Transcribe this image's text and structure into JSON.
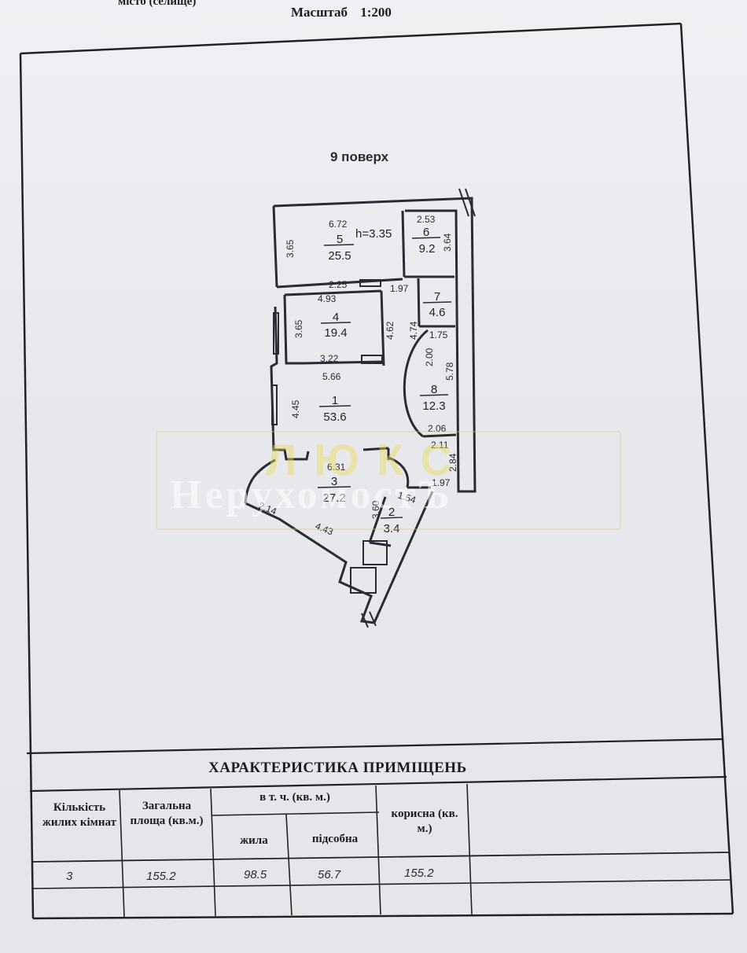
{
  "header": {
    "top_cut_text": "місто (селище)",
    "scale_label": "Масштаб",
    "scale_value": "1:200"
  },
  "plan": {
    "floor_label": "9 поверх",
    "ceiling_height": "h=3.35",
    "rooms": [
      {
        "number": "5",
        "area": "25.5"
      },
      {
        "number": "6",
        "area": "9.2"
      },
      {
        "number": "7",
        "area": "4.6"
      },
      {
        "number": "4",
        "area": "19.4"
      },
      {
        "number": "8",
        "area": "12.3"
      },
      {
        "number": "1",
        "area": "53.6"
      },
      {
        "number": "3",
        "area": "27.2"
      },
      {
        "number": "2",
        "area": "3.4"
      }
    ],
    "dimensions": [
      "6.72",
      "3.65",
      "2.53",
      "3.64",
      "2.25",
      "4.93",
      "1.97",
      "3.65",
      "4.62",
      "4.74",
      "1.75",
      "2.00",
      "5.78",
      "3.22",
      "5.66",
      "4.45",
      "2.06",
      "2.11",
      "6.31",
      "2.84",
      "1.97",
      "1.54",
      "3.60",
      "2.14",
      "4.43"
    ]
  },
  "watermark": {
    "line1": "ЛЮКС",
    "line2": "НерухомостЪ"
  },
  "table": {
    "title": "ХАРАКТЕРИСТИКА ПРИМІЩЕНЬ",
    "col_rooms": "Кількість жилих кімнат",
    "col_total": "Загальна площа (кв.м.)",
    "col_incl": "в т. ч. (кв. м.)",
    "col_living": "жила",
    "col_aux": "підсобна",
    "col_useful": "корисна (кв. м.)",
    "row": {
      "rooms": "3",
      "total": "155.2",
      "living": "98.5",
      "aux": "56.7",
      "useful": "155.2"
    }
  }
}
